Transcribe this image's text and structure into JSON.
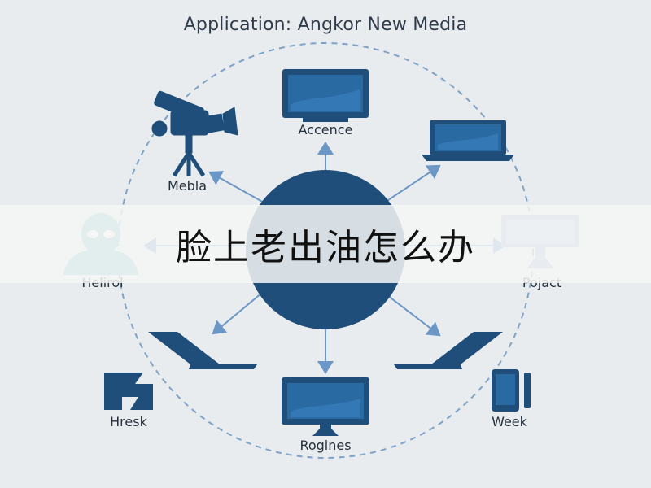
{
  "title": "Application: Angkor New Media",
  "banner": {
    "text": "脸上老出油怎么办"
  },
  "nodes": {
    "top": "Accence",
    "top_left": "Mebla",
    "left": "Helirol",
    "right": "Pojact",
    "bottom_left": "Hresk",
    "bottom": "Rogines",
    "bottom_right": "Week"
  },
  "icons": {
    "top": "monitor-icon",
    "top_right": "laptop-icon",
    "top_left": "camera-tripod-icon",
    "left": "person-icon",
    "right": "monitor-icon",
    "bottom_left": "laptop-icon",
    "bottom": "monitor-icon",
    "bottom_right": "laptop-icon",
    "bottom_left_2": "logo-icon",
    "bottom_right_2": "phone-icon"
  },
  "colors": {
    "primary": "#1f4e7a",
    "dashed": "#7ea3c8",
    "arrow": "#6b97c6",
    "background": "#e9ecef"
  }
}
